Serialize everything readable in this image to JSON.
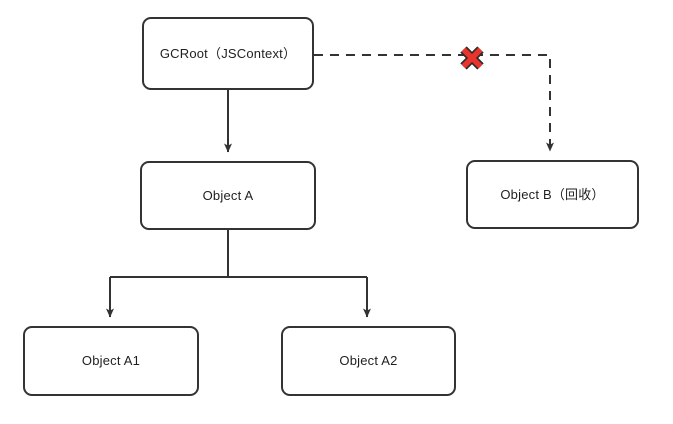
{
  "diagram": {
    "title": "GC Root reachability diagram",
    "background_color": "#ffffff",
    "stroke_color": "#333333",
    "text_color": "#1f1f1f",
    "broken_link_color": "#e8342a",
    "nodes": [
      {
        "id": "gcroot",
        "label": "GCRoot（JSContext）"
      },
      {
        "id": "object_a",
        "label": "Object A"
      },
      {
        "id": "object_b",
        "label": "Object B（回收）"
      },
      {
        "id": "object_a1",
        "label": "Object A1"
      },
      {
        "id": "object_a2",
        "label": "Object A2"
      }
    ],
    "edges": [
      {
        "id": "gcroot-to-object-a",
        "from": "gcroot",
        "to": "object_a",
        "style": "solid",
        "arrow": true
      },
      {
        "id": "object-a-to-object-a1",
        "from": "object_a",
        "to": "object_a1",
        "style": "solid",
        "arrow": true
      },
      {
        "id": "object-a-to-object-a2",
        "from": "object_a",
        "to": "object_a2",
        "style": "solid",
        "arrow": true
      },
      {
        "id": "gcroot-to-object-b",
        "from": "gcroot",
        "to": "object_b",
        "style": "dashed",
        "arrow": true,
        "severed": true,
        "marker": "red-cross-icon"
      }
    ]
  }
}
